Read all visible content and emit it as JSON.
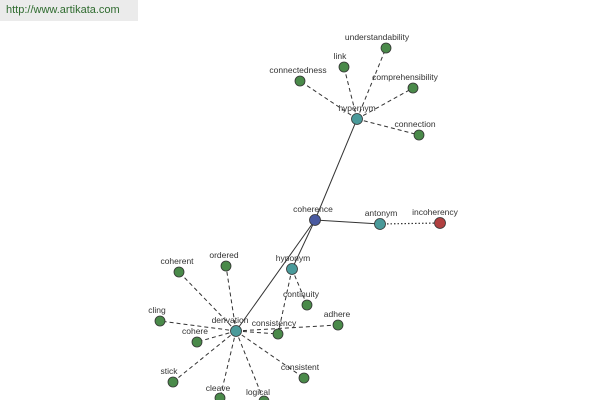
{
  "banner": {
    "text": "http://www.artikata.com"
  },
  "colors": {
    "center": "#4a5aa0",
    "relation": "#4a9a9a",
    "word": "#4a8a4a",
    "opposite": "#b04040"
  },
  "nodes": [
    {
      "id": "coherence",
      "label": "coherence",
      "kind": "center"
    },
    {
      "id": "hypernym",
      "label": "hypernym",
      "kind": "relation"
    },
    {
      "id": "antonym",
      "label": "antonym",
      "kind": "relation"
    },
    {
      "id": "hyponym",
      "label": "hyponym",
      "kind": "relation"
    },
    {
      "id": "derivation",
      "label": "derivation",
      "kind": "relation"
    },
    {
      "id": "incoherency",
      "label": "incoherency",
      "kind": "opposite"
    },
    {
      "id": "understandability",
      "label": "understandability",
      "kind": "word"
    },
    {
      "id": "link",
      "label": "link",
      "kind": "word"
    },
    {
      "id": "connectedness",
      "label": "connectedness",
      "kind": "word"
    },
    {
      "id": "comprehensibility",
      "label": "comprehensibility",
      "kind": "word"
    },
    {
      "id": "connection",
      "label": "connection",
      "kind": "word"
    },
    {
      "id": "continuity",
      "label": "continuity",
      "kind": "word"
    },
    {
      "id": "consistency",
      "label": "consistency",
      "kind": "word"
    },
    {
      "id": "coherent",
      "label": "coherent",
      "kind": "word"
    },
    {
      "id": "ordered",
      "label": "ordered",
      "kind": "word"
    },
    {
      "id": "cling",
      "label": "cling",
      "kind": "word"
    },
    {
      "id": "cohere",
      "label": "cohere",
      "kind": "word"
    },
    {
      "id": "adhere",
      "label": "adhere",
      "kind": "word"
    },
    {
      "id": "stick",
      "label": "stick",
      "kind": "word"
    },
    {
      "id": "cleave",
      "label": "cleave",
      "kind": "word"
    },
    {
      "id": "logical",
      "label": "logical",
      "kind": "word"
    },
    {
      "id": "consistent",
      "label": "consistent",
      "kind": "word"
    }
  ],
  "edges": [
    {
      "from": "coherence",
      "to": "hypernym",
      "style": "solid"
    },
    {
      "from": "coherence",
      "to": "antonym",
      "style": "solid"
    },
    {
      "from": "coherence",
      "to": "hyponym",
      "style": "solid"
    },
    {
      "from": "coherence",
      "to": "derivation",
      "style": "solid"
    },
    {
      "from": "antonym",
      "to": "incoherency",
      "style": "dotted"
    },
    {
      "from": "hypernym",
      "to": "understandability",
      "style": "dashed"
    },
    {
      "from": "hypernym",
      "to": "link",
      "style": "dashed"
    },
    {
      "from": "hypernym",
      "to": "connectedness",
      "style": "dashed"
    },
    {
      "from": "hypernym",
      "to": "comprehensibility",
      "style": "dashed"
    },
    {
      "from": "hypernym",
      "to": "connection",
      "style": "dashed"
    },
    {
      "from": "hyponym",
      "to": "continuity",
      "style": "dashed"
    },
    {
      "from": "hyponym",
      "to": "consistency",
      "style": "dashed"
    },
    {
      "from": "derivation",
      "to": "coherent",
      "style": "dashed"
    },
    {
      "from": "derivation",
      "to": "ordered",
      "style": "dashed"
    },
    {
      "from": "derivation",
      "to": "cling",
      "style": "dashed"
    },
    {
      "from": "derivation",
      "to": "cohere",
      "style": "dashed"
    },
    {
      "from": "derivation",
      "to": "adhere",
      "style": "dashed"
    },
    {
      "from": "derivation",
      "to": "stick",
      "style": "dashed"
    },
    {
      "from": "derivation",
      "to": "cleave",
      "style": "dashed"
    },
    {
      "from": "derivation",
      "to": "logical",
      "style": "dashed"
    },
    {
      "from": "derivation",
      "to": "consistent",
      "style": "dashed"
    },
    {
      "from": "derivation",
      "to": "consistency",
      "style": "dashed"
    }
  ]
}
